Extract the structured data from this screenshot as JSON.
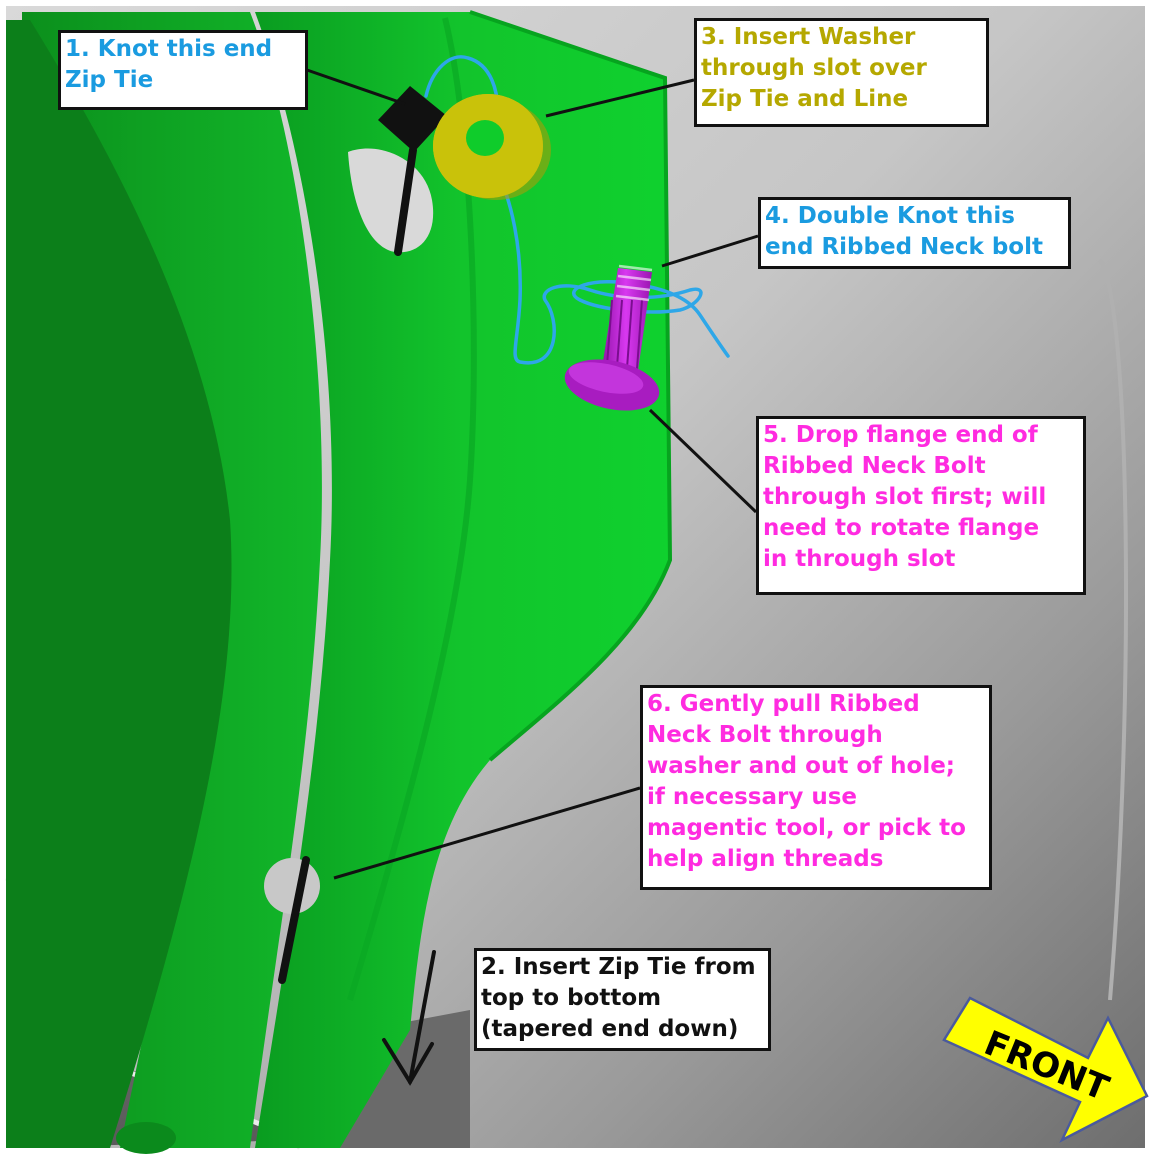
{
  "colors": {
    "step_blue": "#1a9be0",
    "step_olive": "#b5a800",
    "step_magenta": "#ff2be0",
    "step_black": "#111111",
    "bracket_green": "#0fcc2b",
    "zip_tie": "#111111",
    "line": "#2ea7e8",
    "washer": "#c9c20a",
    "bolt": "#c21dd9",
    "arrow_fill": "#ffff00"
  },
  "callouts": {
    "step1": {
      "text": "1. Knot this end\nZip Tie"
    },
    "step2": {
      "text": "2. Insert Zip Tie from\ntop to bottom\n(tapered end down)"
    },
    "step3": {
      "text": "3. Insert Washer\nthrough slot over\nZip Tie and Line"
    },
    "step4": {
      "text": "4. Double Knot this\nend Ribbed Neck bolt"
    },
    "step5": {
      "text": "5. Drop flange end of\nRibbed Neck Bolt\nthrough slot first; will\nneed to rotate flange\nin through slot"
    },
    "step6": {
      "text": "6. Gently pull Ribbed\nNeck Bolt through\nwasher and out of hole;\nif necessary use\nmagentic tool, or pick to\nhelp align threads"
    }
  },
  "direction_arrow": {
    "label": "FRONT"
  },
  "icons": {
    "zip_tie": "zip-tie-icon",
    "washer": "washer-icon",
    "bolt": "ribbed-neck-bolt-icon",
    "down_arrow": "arrow-down-icon",
    "front_arrow": "arrow-right-icon"
  }
}
